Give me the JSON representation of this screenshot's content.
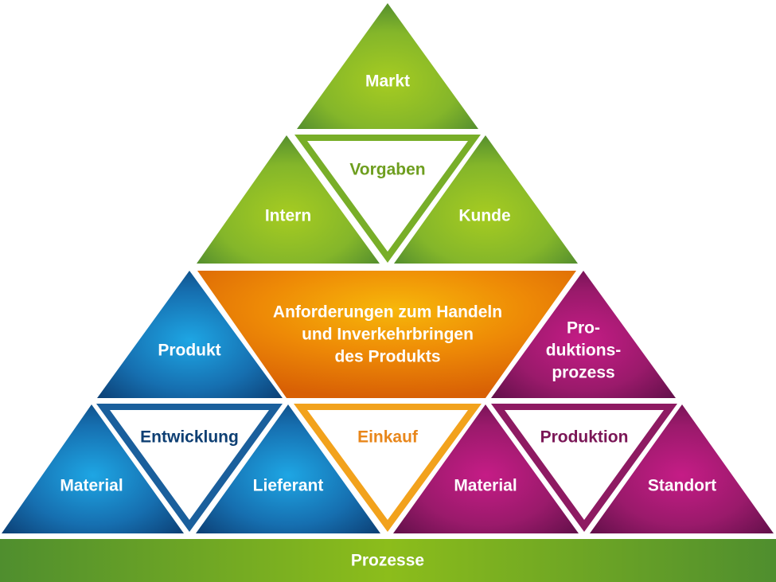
{
  "pyramid": {
    "top": "Markt",
    "green_left": "Intern",
    "green_inverted": "Vorgaben",
    "green_right": "Kunde",
    "center_lines": [
      "Anforderungen zum Handeln",
      "und Inverkehrbringen",
      "des Produkts"
    ],
    "blue_upper": "Produkt",
    "purple_upper_lines": [
      "Pro-",
      "duktions-",
      "prozess"
    ],
    "blue_left": "Material",
    "blue_inverted": "Entwicklung",
    "blue_right": "Lieferant",
    "orange_inverted": "Einkauf",
    "purple_left": "Material",
    "purple_inverted": "Produktion",
    "purple_right": "Standort",
    "base": "Prozesse"
  },
  "colors": {
    "green": "#7fb52a",
    "green_text": "#6e9e1f",
    "orange": "#f08a00",
    "orange_text": "#e8861a",
    "blue": "#1f74b8",
    "blue_text": "#0e3f73",
    "purple": "#9a1a6b",
    "purple_text": "#7a1656"
  }
}
